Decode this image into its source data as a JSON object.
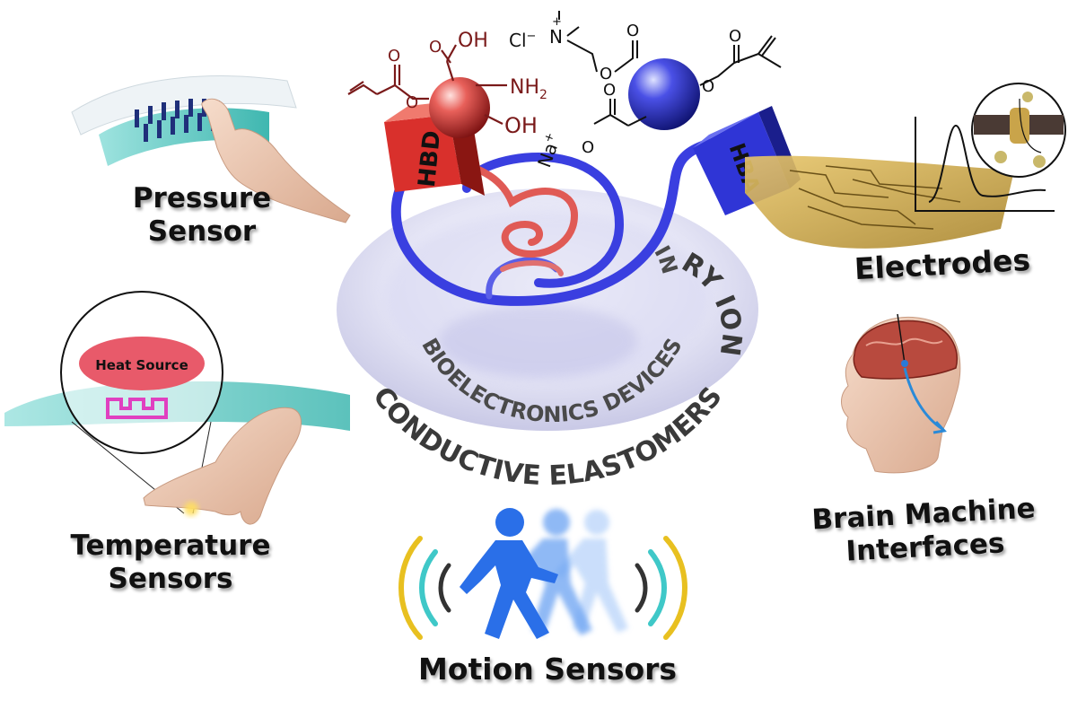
{
  "labels": {
    "pressure": [
      "Pressure",
      "Sensor"
    ],
    "temperature": [
      "Temperature",
      "Sensors"
    ],
    "motion": "Motion Sensors",
    "electrodes": "Electrodes",
    "brain": [
      "Brain Machine",
      "Interfaces"
    ],
    "heat_source": "Heat Source"
  },
  "blocks": {
    "hbd": "HBD",
    "hba": "HBA"
  },
  "ring_text": {
    "outer": "CONDUCTIVE ELASTOMERS",
    "outer2": "DRY IONIC",
    "inner": "BIOELECTRONICS DEVICES",
    "inner2": "IN"
  },
  "chemistry": {
    "oh_top": "OH",
    "nh2": "NH",
    "nh2_sub": "2",
    "oh_right": "OH",
    "cl": "Cl",
    "n_plus": "N",
    "na": "Na",
    "o": "O"
  },
  "colors": {
    "hbd": "#d9302c",
    "hba": "#2f35d6",
    "coil_red": "#e05a55",
    "coil_blue": "#3a3fe0",
    "mol_red": "#7a1a1a",
    "figure_blue": "#2a6fe8",
    "wave_yellow": "#e8c020",
    "wave_teal": "#3fc8c8"
  }
}
